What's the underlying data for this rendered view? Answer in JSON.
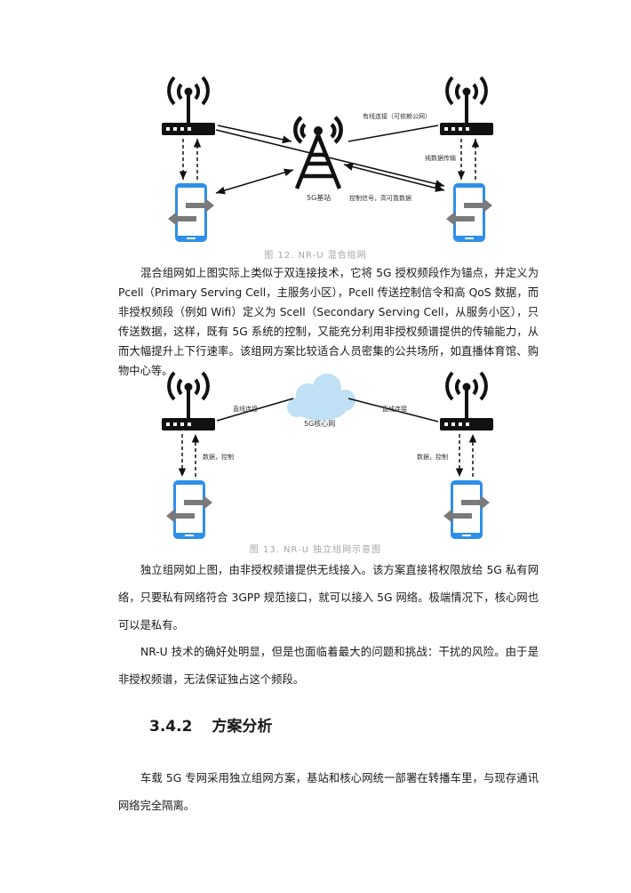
{
  "figure12": {
    "caption": "图 12. NR-U 混合组网",
    "labels": {
      "wired_connection": "有线连接（可依赖公网）",
      "pure_data": "纯数据传输",
      "base_station": "5G基站",
      "control_signal": "控制信号，高可靠数据"
    }
  },
  "paragraph1": "混合组网如上图实际上类似于双连接技术，它将 5G 授权频段作为锚点，并定义为 Pcell（Primary Serving Cell，主服务小区），Pcell 传送控制信令和高 QoS 数据，而非授权频段（例如 Wifi）定义为 Scell（Secondary Serving Cell，从服务小区），只传送数据，这样，既有 5G 系统的控制，又能充分利用非授权频谱提供的传输能力，从而大幅提升上下行速率。该组网方案比较适合人员密集的公共场所，如直播体育馆、购物中心等。",
  "figure13": {
    "caption": "图 13. NR-U 独立组网示意图",
    "labels": {
      "direct_left": "直线连接",
      "direct_right": "直线连接",
      "core_network": "5G核心网",
      "data_control_left": "数据，控制",
      "data_control_right": "数据，控制"
    }
  },
  "paragraph2": "独立组网如上图，由非授权频谱提供无线接入。该方案直接将权限放给 5G 私有网络，只要私有网络符合 3GPP 规范接口，就可以接入 5G 网络。极端情况下，核心网也可以是私有。",
  "paragraph3": "NR-U 技术的确好处明显，但是也面临着最大的问题和挑战：干扰的风险。由于是非授权频谱，无法保证独占这个频段。",
  "section": {
    "number": "3.4.2",
    "title": "方案分析"
  },
  "paragraph4": "车载 5G 专网采用独立组网方案，基站和核心网统一部署在转播车里，与现存通讯网络完全隔离。",
  "colors": {
    "phone_blue": "#2F8FE8",
    "router_black": "#111111",
    "cloud_blue": "#BFE0F5",
    "caption_gray": "#A6A6A6"
  }
}
